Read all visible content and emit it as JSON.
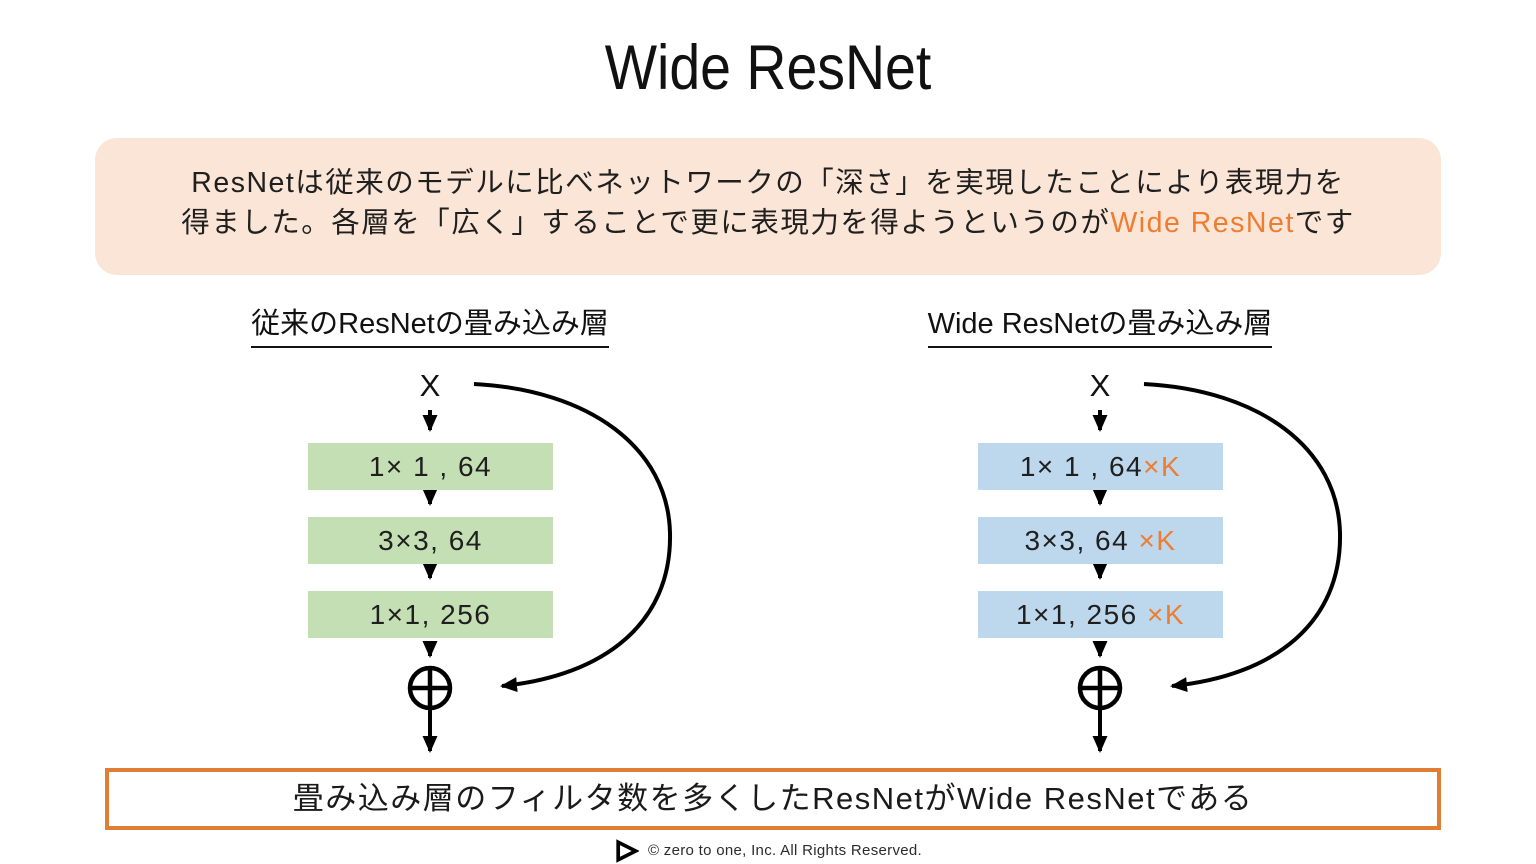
{
  "title": "Wide ResNet",
  "accent_color": "#ed7d31",
  "intro": {
    "bg_color": "#fbe5d6",
    "line1": "ResNetは従来のモデルに比べネットワークの「深さ」を実現したことにより表現力を",
    "line2_pre": "得ました。各層を「広く」することで更に表現力を得ようというのが",
    "line2_highlight": "Wide ResNet",
    "line2_post": "です"
  },
  "diagrams": {
    "left": {
      "heading": "従来のResNetの畳み込み層",
      "input_label": "X",
      "box_color": "#c5dfb4",
      "layers": [
        {
          "label": "1× 1 , 64",
          "suffix": ""
        },
        {
          "label": "3×3, 64",
          "suffix": ""
        },
        {
          "label": "1×1, 256",
          "suffix": ""
        }
      ]
    },
    "right": {
      "heading": "Wide ResNetの畳み込み層",
      "input_label": "X",
      "box_color": "#bdd7ec",
      "layers": [
        {
          "label": "1× 1 , 64",
          "suffix": "×K"
        },
        {
          "label": "3×3, 64 ",
          "suffix": "×K"
        },
        {
          "label": "1×1, 256 ",
          "suffix": "×K"
        }
      ]
    }
  },
  "conclusion": {
    "border_color": "#e27d35",
    "text": "畳み込み層のフィルタ数を多くしたResNetがWide ResNetである"
  },
  "footer": {
    "logo_icon": "play-triangle",
    "copyright": "© zero to one, Inc. All Rights Reserved."
  }
}
